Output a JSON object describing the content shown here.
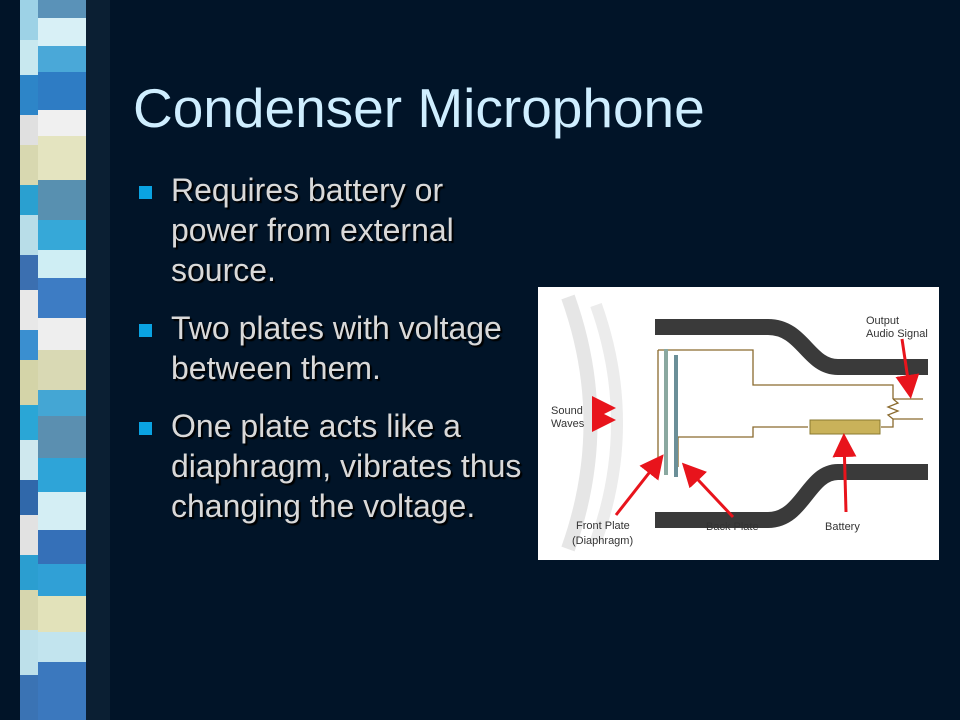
{
  "slide": {
    "title": "Condenser Microphone",
    "bullets": [
      "Requires battery or power from external source.",
      "Two plates with voltage between them.",
      "One plate acts like a diaphragm, vibrates thus changing the voltage."
    ]
  },
  "diagram": {
    "output_label_line1": "Output",
    "output_label_line2": "Audio Signal",
    "sound_label_line1": "Sound",
    "sound_label_line2": "Waves",
    "front_plate_line1": "Front Plate",
    "front_plate_line2": "(Diaphragm)",
    "back_plate": "Back Plate",
    "battery": "Battery"
  },
  "colors": {
    "background": "#011428",
    "title": "#cfeeff",
    "bullet_text": "#d9d9d9",
    "bullet_marker": "#0aa3e2",
    "arrow": "#e8141c",
    "housing": "#3a3a3a",
    "wire": "#8a6a2e",
    "battery": "#c9b25a"
  }
}
